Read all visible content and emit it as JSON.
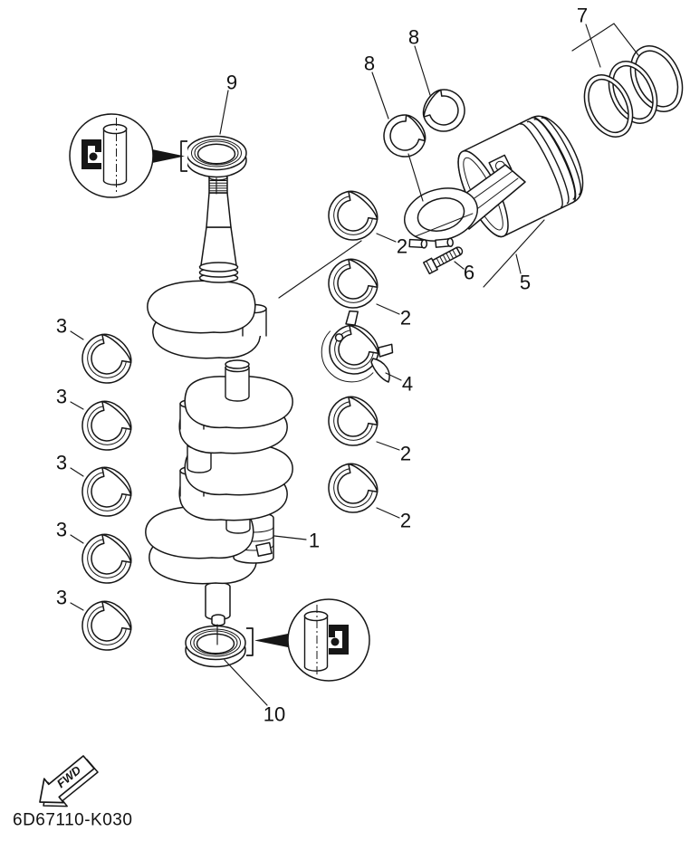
{
  "page": {
    "drawing_code": "6D67110-K030",
    "fwd_label": "FWD"
  },
  "parts": {
    "p1": "1",
    "p2": "2",
    "p3": "3",
    "p4": "4",
    "p5": "5",
    "p6": "6",
    "p7": "7",
    "p8": "8",
    "p9": "9",
    "p10": "10"
  },
  "icons": {
    "fwd_arrow": "arrow-down-left",
    "seal_detail_left": "oil-seal-orientation-detail",
    "seal_detail_right": "oil-seal-orientation-detail"
  }
}
